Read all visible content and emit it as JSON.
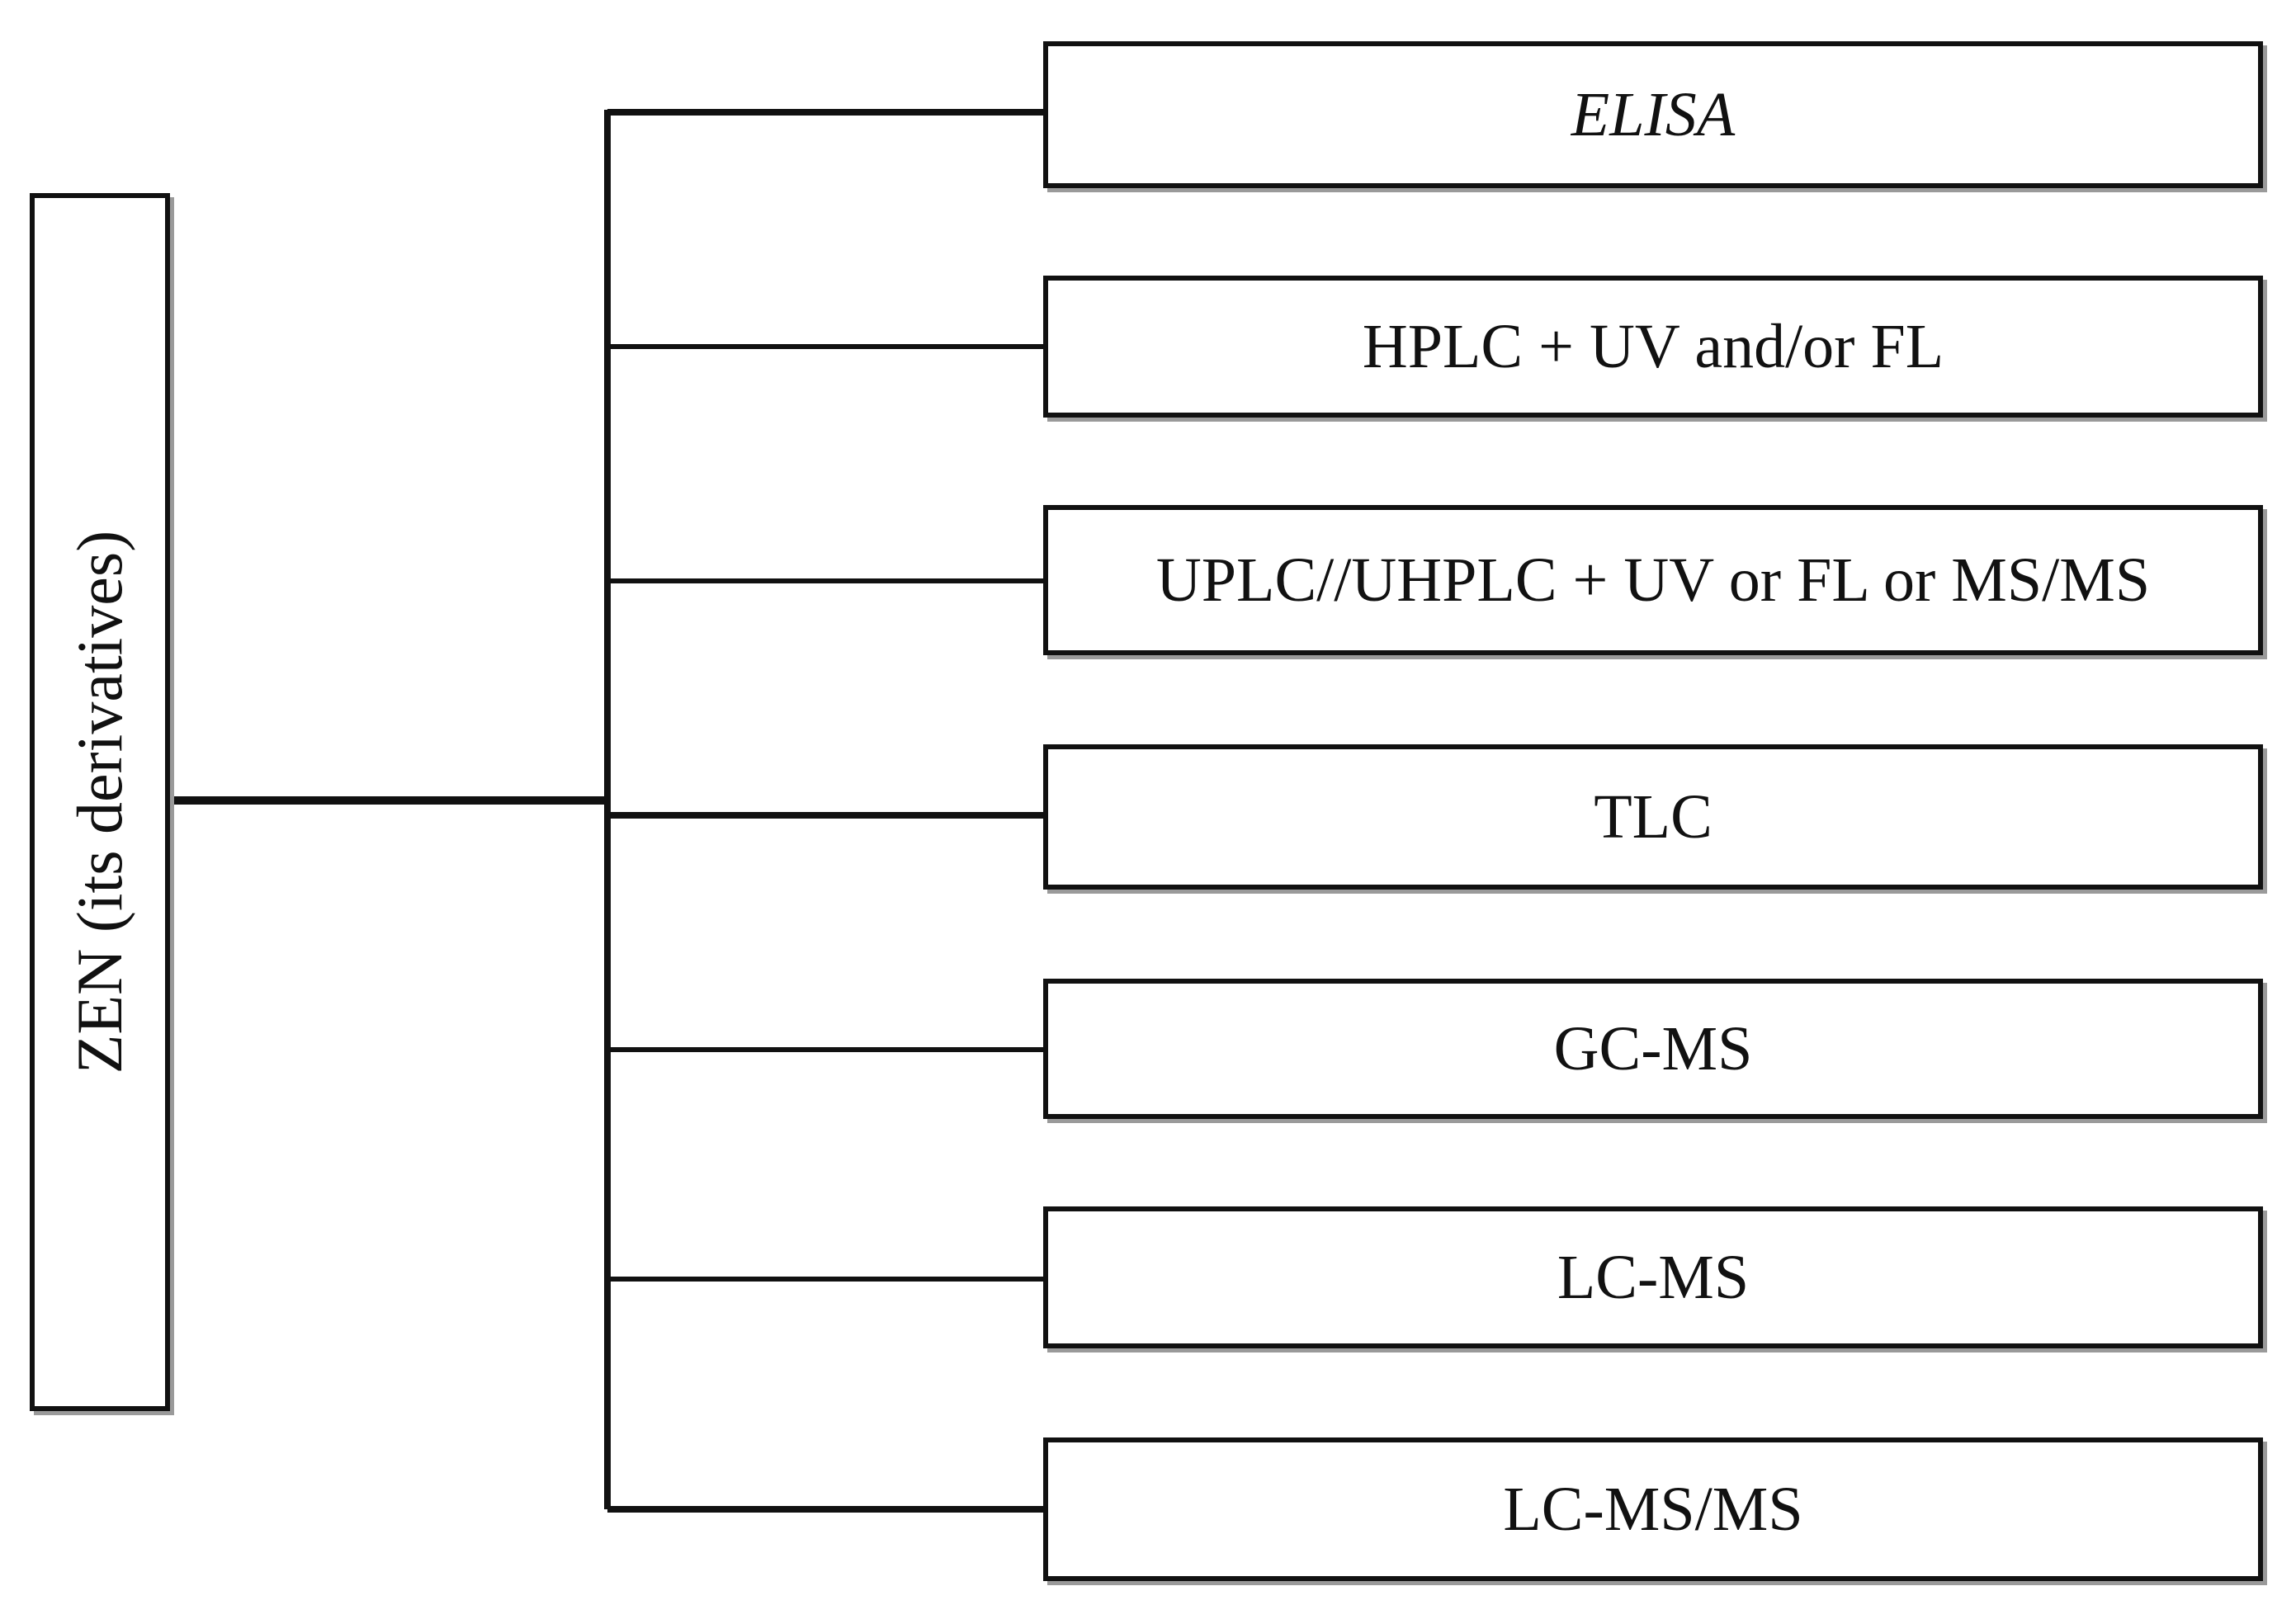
{
  "root": {
    "label": "ZEN (its derivatives)"
  },
  "methods": [
    {
      "label": "ELISA",
      "italic": true
    },
    {
      "label": "HPLC + UV and/or FL",
      "italic": false
    },
    {
      "label": "UPLC//UHPLC + UV or FL or MS/MS",
      "italic": false
    },
    {
      "label": "TLC",
      "italic": false
    },
    {
      "label": "GC-MS",
      "italic": false
    },
    {
      "label": "LC-MS",
      "italic": false
    },
    {
      "label": "LC-MS/MS",
      "italic": false
    }
  ],
  "colors": {
    "line": "#111111",
    "shadow": "#9a9a9a",
    "background": "#ffffff"
  }
}
